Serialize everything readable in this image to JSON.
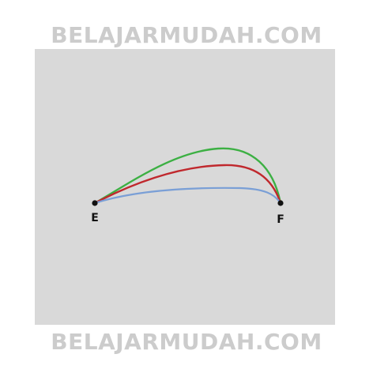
{
  "watermark": {
    "top_text": "BELAJARMUDAH.COM",
    "bottom_text": "BELAJARMUDAH.COM"
  },
  "diagram": {
    "points": [
      {
        "label": "E"
      },
      {
        "label": "F"
      }
    ],
    "curve_colors": {
      "green": "#3cb043",
      "red": "#c0282d",
      "blue": "#7a9fd6"
    },
    "background_color": "#d9d9d9"
  }
}
